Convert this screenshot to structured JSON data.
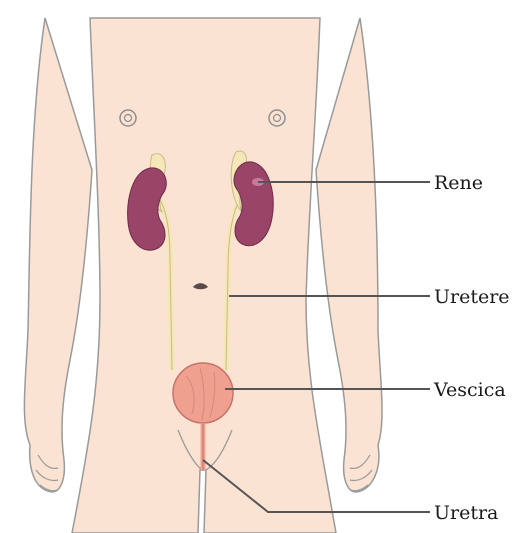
{
  "labels": {
    "kidney": "Rene",
    "ureter": "Uretere",
    "bladder": "Vescica",
    "urethra": "Uretra"
  },
  "colors": {
    "skin": "#fbe3d3",
    "outline": "#8f8f8f",
    "kidney": "#9a4468",
    "kidney_highlight": "#c97a9c",
    "ureter": "#f6e7b8",
    "bladder": "#f0a08f",
    "leader_line": "#555555"
  }
}
